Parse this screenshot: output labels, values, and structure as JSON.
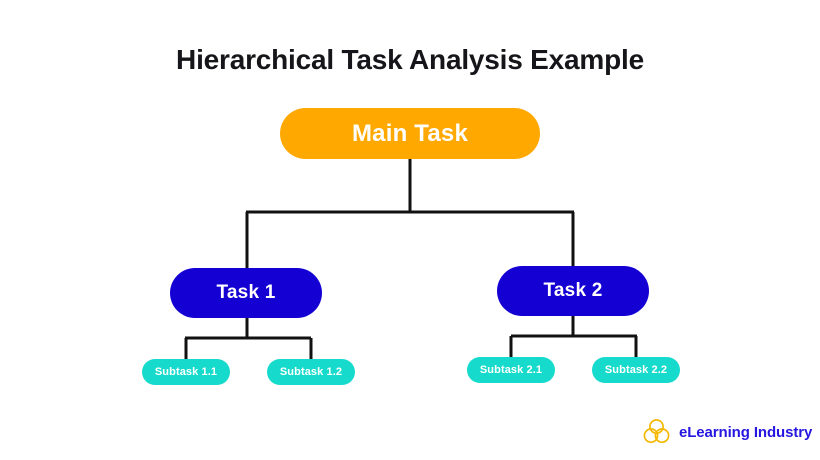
{
  "title": "Hierarchical Task Analysis Example",
  "colors": {
    "background": "#ffffff",
    "title": "#16161a",
    "main_task": "#ffa800",
    "task": "#1500d4",
    "subtask": "#16dbcc",
    "connector": "#111111",
    "logo_mark": "#f5b800",
    "logo_text": "#2516e0"
  },
  "diagram": {
    "type": "tree",
    "root": {
      "label": "Main Task",
      "level": 0
    },
    "tasks": [
      {
        "label": "Task 1",
        "level": 1
      },
      {
        "label": "Task 2",
        "level": 1
      }
    ],
    "subtasks": [
      {
        "label": "Subtask 1.1",
        "level": 2,
        "parent": "Task 1"
      },
      {
        "label": "Subtask 1.2",
        "level": 2,
        "parent": "Task 1"
      },
      {
        "label": "Subtask 2.1",
        "level": 2,
        "parent": "Task 2"
      },
      {
        "label": "Subtask 2.2",
        "level": 2,
        "parent": "Task 2"
      }
    ]
  },
  "logo": {
    "text": "eLearning Industry",
    "mark": "three-interlocking-circles-icon"
  }
}
